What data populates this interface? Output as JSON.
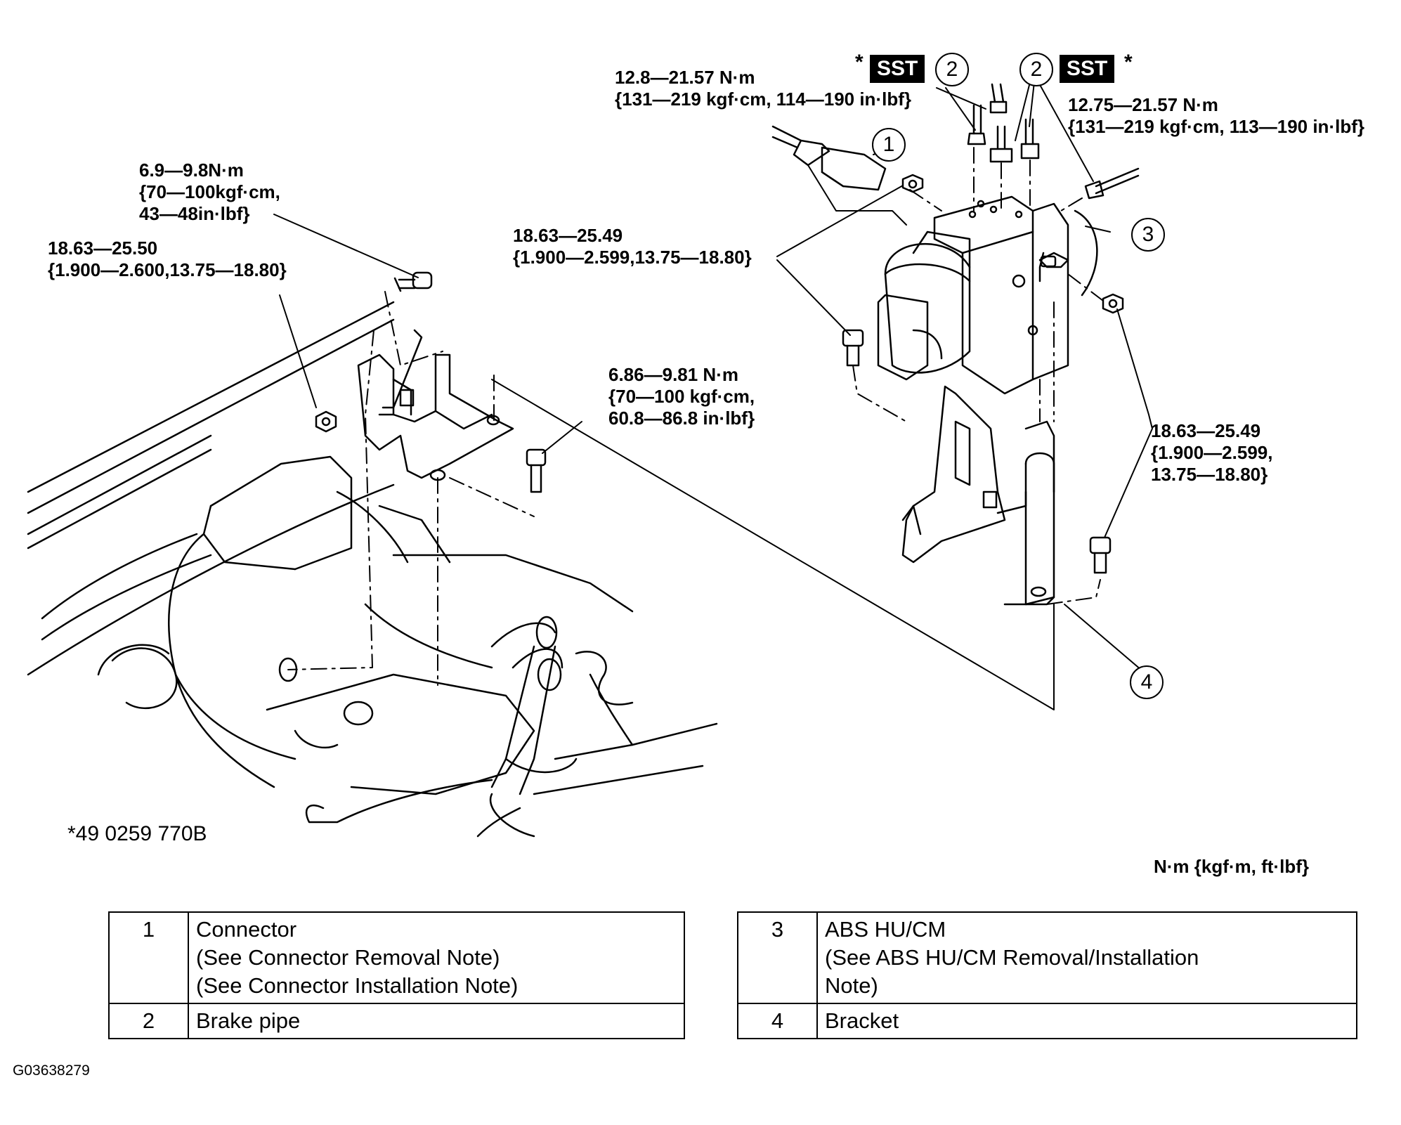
{
  "torques": {
    "top_left_connector": [
      "12.8—21.57 N·m",
      "{131—219 kgf·cm, 114—190 in·lbf}"
    ],
    "top_right_pipe": [
      "12.75—21.57 N·m",
      "{131—219 kgf·cm, 113—190 in·lbf}"
    ],
    "upper_left_bolt": [
      "6.9—9.8N·m",
      "{70—100kgf·cm,",
      "43—48in·lbf}"
    ],
    "left_nut": [
      "18.63—25.50",
      "{1.900—2.600,13.75—18.80}"
    ],
    "middle_hu_nut": [
      "18.63—25.49",
      "{1.900—2.599,13.75—18.80}"
    ],
    "middle_bracket_bolt": [
      "6.86—9.81 N·m",
      "{70—100 kgf·cm,",
      "60.8—86.8 in·lbf}"
    ],
    "right_bolt": [
      "18.63—25.49",
      "{1.900—2.599,",
      "13.75—18.80}"
    ]
  },
  "sst": {
    "label": "SST",
    "marker": "*"
  },
  "callouts": [
    "1",
    "2",
    "2",
    "3",
    "4"
  ],
  "tool_note": "*49 0259 770B",
  "units_note": "N·m {kgf·m, ft·lbf}",
  "figure_id": "G03638279",
  "legend_left": [
    {
      "num": "1",
      "lines": [
        "Connector",
        "(See Connector Removal Note)",
        "(See Connector Installation Note)"
      ]
    },
    {
      "num": "2",
      "lines": [
        "Brake pipe"
      ]
    }
  ],
  "legend_right": [
    {
      "num": "3",
      "lines": [
        "ABS HU/CM",
        "(See ABS HU/CM Removal/Installation",
        "Note)"
      ]
    },
    {
      "num": "4",
      "lines": [
        "Bracket"
      ]
    }
  ]
}
